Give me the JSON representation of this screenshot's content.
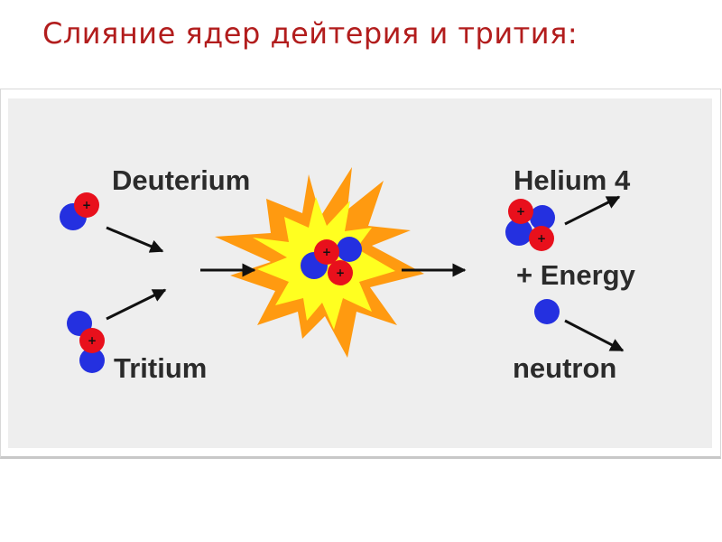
{
  "title": "Слияние ядер дейтерия и трития:",
  "labels": {
    "deuterium": "Deuterium",
    "tritium": "Tritium",
    "helium": "Helium 4",
    "energy": "+ Energy",
    "neutron": "neutron"
  },
  "proton_sign": "+",
  "colors": {
    "title": "#b21d1d",
    "proton": "#e8101c",
    "neutron": "#2430e0",
    "panel": "#eeeeee",
    "burst_outer": "#ff9a10",
    "burst_inner": "#ffff20"
  }
}
